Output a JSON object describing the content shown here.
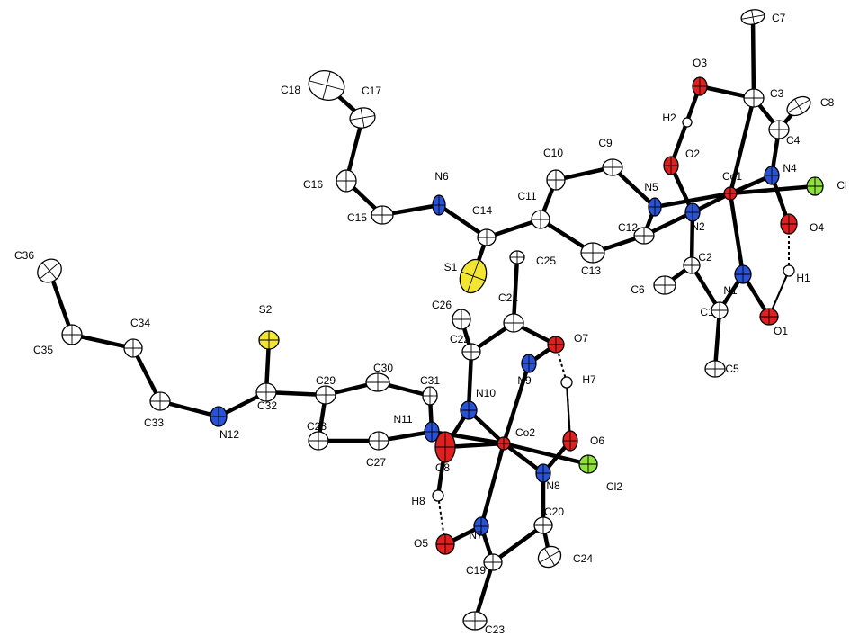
{
  "colors": {
    "C": "#ffffff",
    "N": "#2a52d6",
    "O": "#e02020",
    "S": "#f2e632",
    "Cl": "#8ee03a",
    "Co": "#e02020",
    "H": "#ffffff"
  },
  "atoms": [
    {
      "id": "C7"
    },
    {
      "id": "O3"
    },
    {
      "id": "C3"
    },
    {
      "id": "C8"
    },
    {
      "id": "H2"
    },
    {
      "id": "C4"
    },
    {
      "id": "O2"
    },
    {
      "id": "N4"
    },
    {
      "id": "Co1"
    },
    {
      "id": "Cl"
    },
    {
      "id": "N5"
    },
    {
      "id": "N2"
    },
    {
      "id": "O4"
    },
    {
      "id": "C18"
    },
    {
      "id": "C17"
    },
    {
      "id": "C10"
    },
    {
      "id": "C9"
    },
    {
      "id": "N6"
    },
    {
      "id": "C16"
    },
    {
      "id": "C11"
    },
    {
      "id": "C14"
    },
    {
      "id": "C15"
    },
    {
      "id": "C12"
    },
    {
      "id": "C2"
    },
    {
      "id": "H1"
    },
    {
      "id": "N1"
    },
    {
      "id": "C13"
    },
    {
      "id": "S1"
    },
    {
      "id": "C25"
    },
    {
      "id": "C6"
    },
    {
      "id": "C1"
    },
    {
      "id": "O1"
    },
    {
      "id": "C36"
    },
    {
      "id": "C26"
    },
    {
      "id": "C21"
    },
    {
      "id": "S2"
    },
    {
      "id": "C34"
    },
    {
      "id": "C22"
    },
    {
      "id": "O7"
    },
    {
      "id": "C35"
    },
    {
      "id": "C5"
    },
    {
      "id": "C30"
    },
    {
      "id": "C29"
    },
    {
      "id": "C31"
    },
    {
      "id": "N9"
    },
    {
      "id": "C32"
    },
    {
      "id": "N10"
    },
    {
      "id": "H7"
    },
    {
      "id": "C33"
    },
    {
      "id": "N12"
    },
    {
      "id": "N11"
    },
    {
      "id": "C28"
    },
    {
      "id": "O6"
    },
    {
      "id": "Co2"
    },
    {
      "id": "C27"
    },
    {
      "id": "O8"
    },
    {
      "id": "N8"
    },
    {
      "id": "Cl2"
    },
    {
      "id": "H8"
    },
    {
      "id": "C20"
    },
    {
      "id": "N7"
    },
    {
      "id": "O5"
    },
    {
      "id": "C24"
    },
    {
      "id": "C19"
    },
    {
      "id": "C23"
    }
  ]
}
